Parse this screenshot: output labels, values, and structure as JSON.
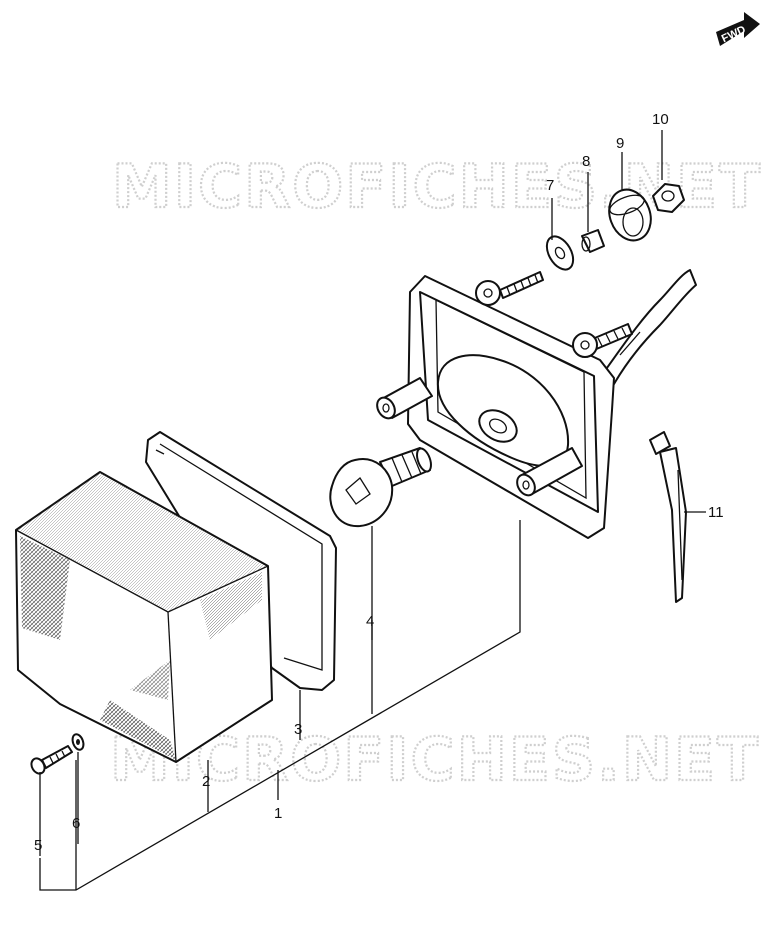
{
  "fwd_badge": "FWD",
  "watermark": "MICROFICHES.NET",
  "callouts": {
    "p1": "1",
    "p2": "2",
    "p3": "3",
    "p4": "4",
    "p5": "5",
    "p6": "6",
    "p7": "7",
    "p8": "8",
    "p9": "9",
    "p10": "10",
    "p11": "11"
  },
  "colors": {
    "line": "#111111",
    "watermark": "#cfcfcf",
    "background": "#ffffff"
  }
}
